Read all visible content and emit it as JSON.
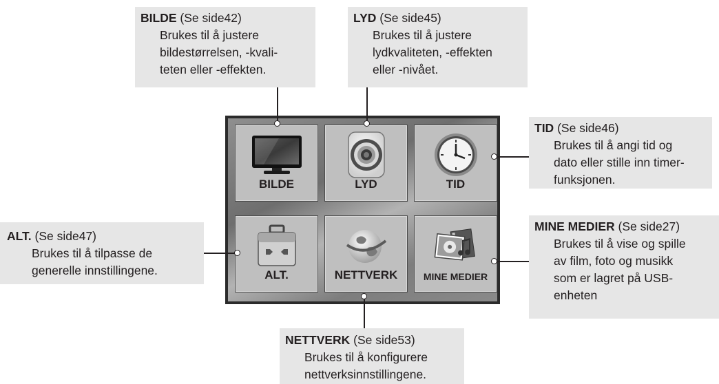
{
  "callouts": {
    "bilde": {
      "name": "BILDE",
      "ref": " (Se side42)",
      "description": "Brukes til å justere\nbildestørrelsen, -kvali-\nteten eller -effekten."
    },
    "lyd": {
      "name": "LYD",
      "ref": " (Se side45)",
      "description": "Brukes til å justere\nlydkvaliteten, -effekten\neller -nivået."
    },
    "tid": {
      "name": "TID",
      "ref": " (Se side46)",
      "description": "Brukes til å angi tid og\ndato eller stille inn timer-\nfunksjonen."
    },
    "alt": {
      "name": "ALT.",
      "ref": " (Se side47)",
      "description": "Brukes til å tilpasse de\ngenerelle innstillingene."
    },
    "mine": {
      "name": "MINE MEDIER",
      "ref": " (Se side27)",
      "description": "Brukes til å vise og spille\nav film, foto og musikk\nsom er lagret på USB-\nenheten"
    },
    "nett": {
      "name": "NETTVERK",
      "ref": " (Se side53)",
      "description": "Brukes til å konfigurere\nnettverksinnstillingene."
    }
  },
  "menu": {
    "tiles": {
      "bilde": {
        "label": "BILDE",
        "icon": "tv-icon"
      },
      "lyd": {
        "label": "LYD",
        "icon": "speaker-icon"
      },
      "tid": {
        "label": "TID",
        "icon": "clock-icon"
      },
      "alt": {
        "label": "ALT.",
        "icon": "toolbox-icon"
      },
      "nett": {
        "label": "NETTVERK",
        "icon": "globe-icon"
      },
      "mine": {
        "label": "MINE MEDIER",
        "icon": "media-icon"
      }
    }
  },
  "colors": {
    "callout_bg": "#e6e6e6",
    "tile_bg": "#bfbfbf",
    "frame": "#2b2b2b",
    "text": "#231f20"
  }
}
